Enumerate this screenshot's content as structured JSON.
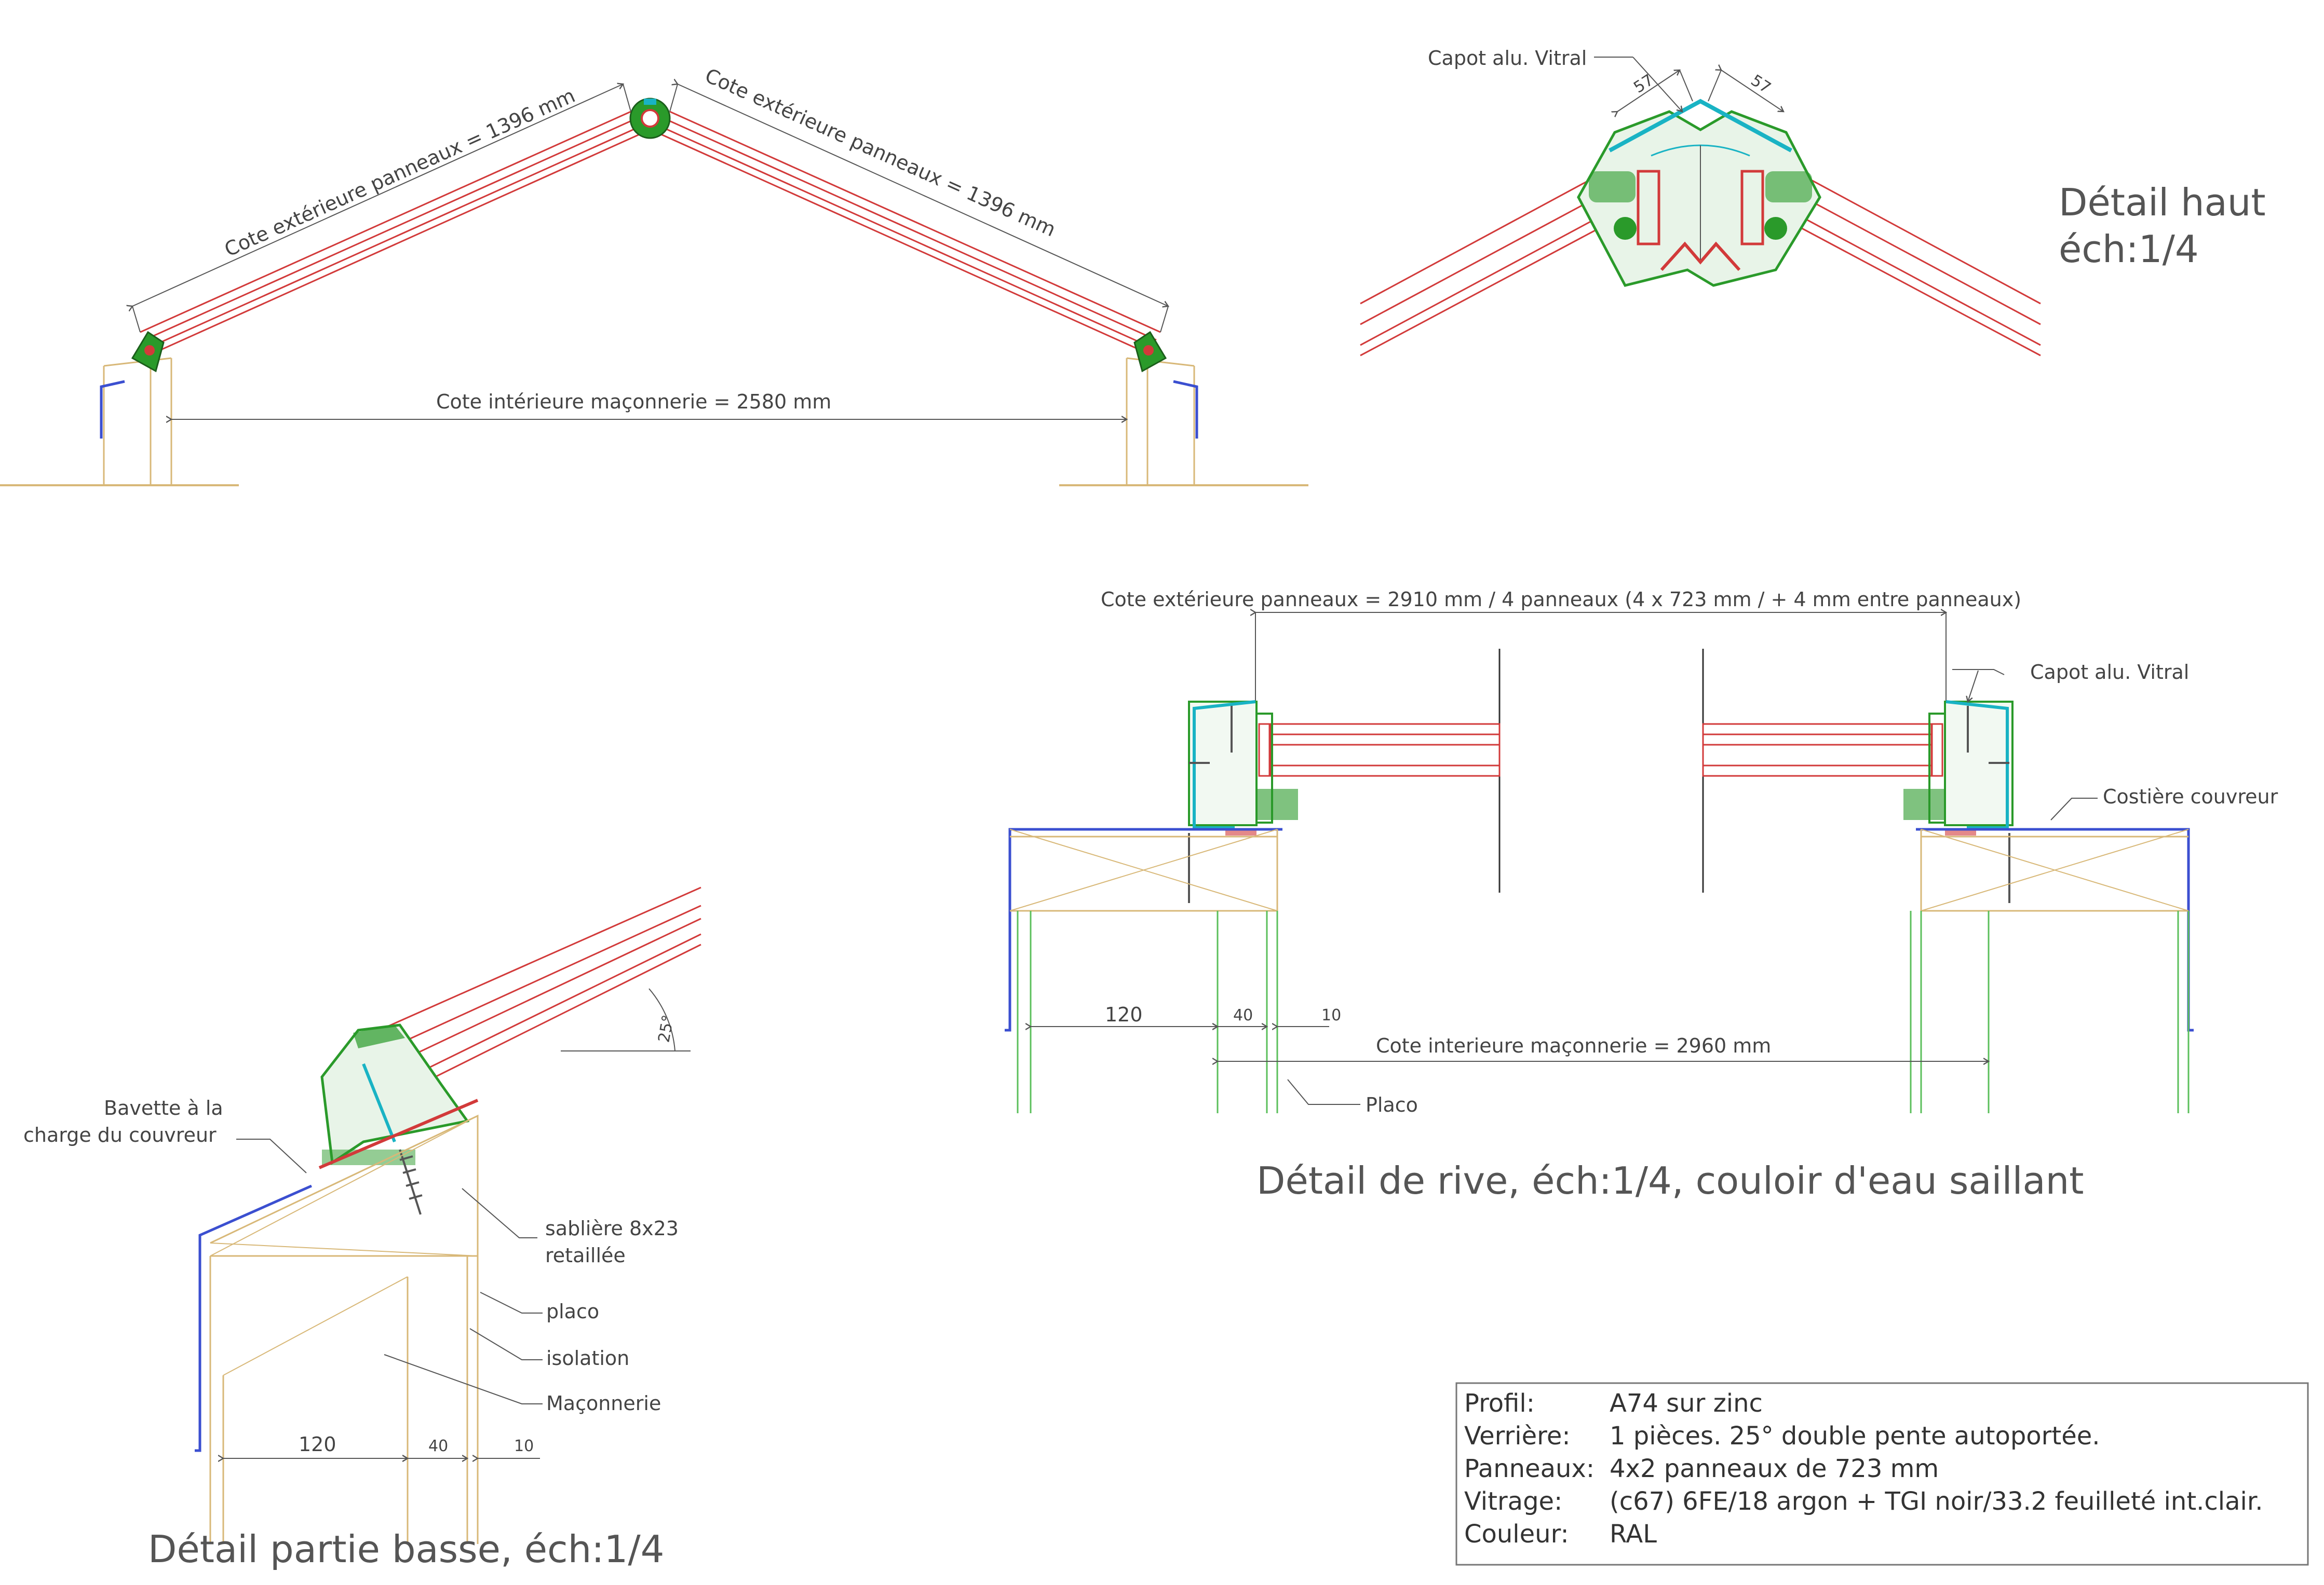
{
  "overview": {
    "left_slope_label": "Cote extérieure panneaux = 1396 mm",
    "right_slope_label": "Cote extérieure panneaux = 1396 mm",
    "interior_label": "Cote intérieure maçonnerie = 2580 mm"
  },
  "detail_haut": {
    "title_line1": "Détail haut",
    "title_line2": "éch:1/4",
    "capot_label": "Capot alu. Vitral",
    "dim_left": "57",
    "dim_right": "57"
  },
  "detail_rive": {
    "top_dim": "Cote extérieure panneaux = 2910 mm / 4 panneaux (4 x 723 mm / + 4 mm entre panneaux)",
    "capot_label": "Capot alu. Vitral",
    "costiere_label": "Costière couvreur",
    "dim_120": "120",
    "dim_40": "40",
    "dim_10": "10",
    "interior_dim": "Cote interieure maçonnerie = 2960 mm",
    "placo_label": "Placo",
    "title": "Détail de rive,  éch:1/4, couloir d'eau saillant"
  },
  "detail_basse": {
    "angle_label": "25°",
    "bavette_line1": "Bavette à la",
    "bavette_line2": "charge du couvreur",
    "sabliere_line1": "sablière 8x23",
    "sabliere_line2": "retaillée",
    "placo_label": "placo",
    "isolation_label": "isolation",
    "maconnerie_label": "Maçonnerie",
    "dim_120": "120",
    "dim_40": "40",
    "dim_10": "10",
    "title": "Détail partie basse, éch:1/4"
  },
  "title_block": {
    "rows": [
      {
        "key": "Profil:",
        "value": "A74 sur zinc"
      },
      {
        "key": "Verrière:",
        "value": "1 pièces. 25° double pente autoportée."
      },
      {
        "key": "Panneaux:",
        "value": "4x2  panneaux de 723 mm"
      },
      {
        "key": "Vitrage:",
        "value": "(c67) 6FE/18 argon + TGI noir/33.2 feuilleté int.clair."
      },
      {
        "key": "Couleur:",
        "value": "RAL"
      }
    ]
  },
  "colors": {
    "glass": "#d23a3a",
    "profile": "#2a9a2a",
    "timber": "#d8b878",
    "zinc": "#3b4fd0",
    "capot": "#19b3c4",
    "dimension": "#555555"
  }
}
